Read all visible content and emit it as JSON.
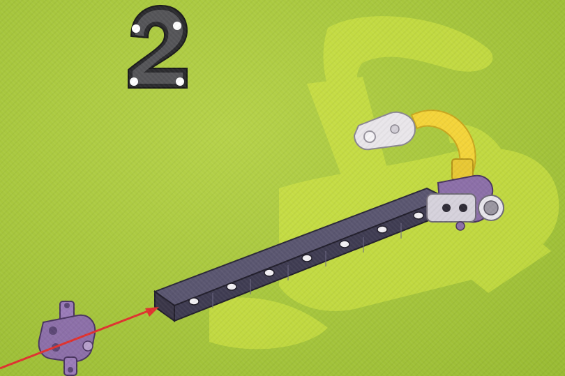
{
  "instruction": {
    "step_number": "2"
  },
  "colors": {
    "background": "#a9c83f",
    "ghost_model": "#d8ea45",
    "beam": "#3f3c52",
    "connector": "#8a6aa6",
    "arrow": "#e0322f",
    "yellow_arm": "#f4d43a"
  },
  "icons": [
    "step-number-badge",
    "ghost-model",
    "beam-piece",
    "connector-piece",
    "insert-arrow",
    "arm-assembly"
  ]
}
